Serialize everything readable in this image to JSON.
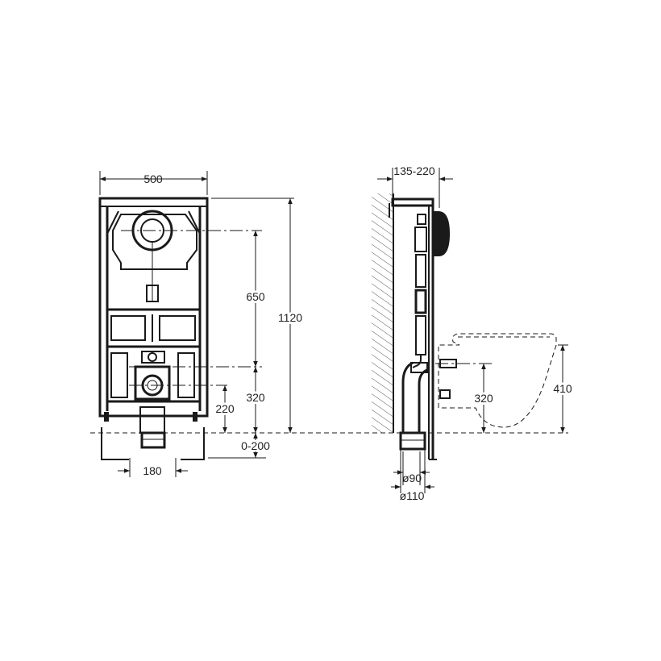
{
  "colors": {
    "line": "#1a1a1a",
    "background": "#ffffff",
    "hatch": "#555555"
  },
  "front_view": {
    "dims": {
      "width": "500",
      "outlet_spacing": "180",
      "height_total": "1120",
      "height_upper": "650",
      "height_inlet": "320",
      "height_outlet": "220",
      "floor_adjust": "0-200"
    }
  },
  "side_view": {
    "dims": {
      "wall_offset": "135-220",
      "pipe_inner": "ø90",
      "pipe_outer": "ø110",
      "inlet_height": "320",
      "bowl_height": "410"
    }
  }
}
